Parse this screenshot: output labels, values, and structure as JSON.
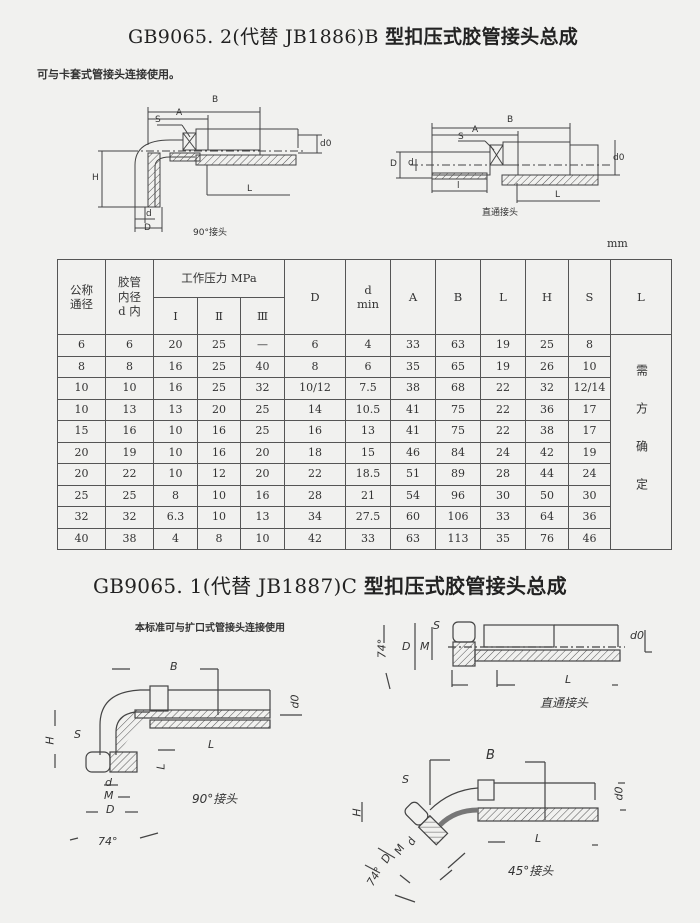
{
  "section_b": {
    "title_prefix": "GB9065. 2(代替 JB1886)B",
    "title_suffix": "型扣压式胶管接头总成",
    "note": "可与卡套式管接头连接使用。",
    "figure_90": {
      "caption": "90°接头",
      "labels": {
        "B": "B",
        "A": "A",
        "S": "S",
        "H": "H",
        "d": "d",
        "D": "D",
        "L": "L",
        "d0": "d0"
      }
    },
    "figure_straight": {
      "caption": "直通接头",
      "labels": {
        "B": "B",
        "A": "A",
        "S": "S",
        "D": "D",
        "d": "d",
        "l": "l",
        "L": "L",
        "d0": "d0"
      }
    },
    "unit": "mm",
    "table": {
      "headers": {
        "nominal": "公称通径",
        "nominal_l1": "公称",
        "nominal_l2": "通径",
        "hose_id_l1": "胶管",
        "hose_id_l2": "内径",
        "hose_id_l3": "d 内",
        "pressure": "工作压力 MPa",
        "p1": "I",
        "p2": "Ⅱ",
        "p3": "Ⅲ",
        "D": "D",
        "dmin_l1": "d",
        "dmin_l2": "min",
        "A": "A",
        "B": "B",
        "l": "L",
        "H": "H",
        "S": "S",
        "L": "L"
      },
      "rows": [
        [
          "6",
          "6",
          "20",
          "25",
          "—",
          "6",
          "4",
          "33",
          "63",
          "19",
          "25",
          "8"
        ],
        [
          "8",
          "8",
          "16",
          "25",
          "40",
          "8",
          "6",
          "35",
          "65",
          "19",
          "26",
          "10"
        ],
        [
          "10",
          "10",
          "16",
          "25",
          "32",
          "10/12",
          "7.5",
          "38",
          "68",
          "22",
          "32",
          "12/14"
        ],
        [
          "10",
          "13",
          "13",
          "20",
          "25",
          "14",
          "10.5",
          "41",
          "75",
          "22",
          "36",
          "17"
        ],
        [
          "15",
          "16",
          "10",
          "16",
          "25",
          "16",
          "13",
          "41",
          "75",
          "22",
          "38",
          "17"
        ],
        [
          "20",
          "19",
          "10",
          "16",
          "20",
          "18",
          "15",
          "46",
          "84",
          "24",
          "42",
          "19"
        ],
        [
          "20",
          "22",
          "10",
          "12",
          "20",
          "22",
          "18.5",
          "51",
          "89",
          "28",
          "44",
          "24"
        ],
        [
          "25",
          "25",
          "8",
          "10",
          "16",
          "28",
          "21",
          "54",
          "96",
          "30",
          "50",
          "30"
        ],
        [
          "32",
          "32",
          "6.3",
          "10",
          "13",
          "34",
          "27.5",
          "60",
          "106",
          "33",
          "64",
          "36"
        ],
        [
          "40",
          "38",
          "4",
          "8",
          "10",
          "42",
          "33",
          "63",
          "113",
          "35",
          "76",
          "46"
        ]
      ],
      "last_column_note": "需方确定"
    }
  },
  "section_c": {
    "title_prefix": "GB9065. 1(代替 JB1887)C",
    "title_suffix": "型扣压式胶管接头总成",
    "note": "本标准可与扩口式管接头连接使用",
    "figure_straight": {
      "caption": "直通接头",
      "labels": {
        "angle": "74°",
        "S": "S",
        "D": "D",
        "M": "M",
        "L": "L",
        "d0": "d0"
      }
    },
    "figure_90": {
      "caption": "90°接头",
      "labels": {
        "B": "B",
        "S": "S",
        "H": "H",
        "d": "d",
        "M": "M",
        "D": "D",
        "L": "L",
        "l": "L",
        "angle": "74°",
        "d0": "d0"
      }
    },
    "figure_45": {
      "caption": "45°接头",
      "labels": {
        "B": "B",
        "S": "S",
        "H": "H",
        "d": "d",
        "M": "M",
        "D": "D",
        "L": "L",
        "angle": "74°",
        "d0": "d0"
      }
    }
  }
}
